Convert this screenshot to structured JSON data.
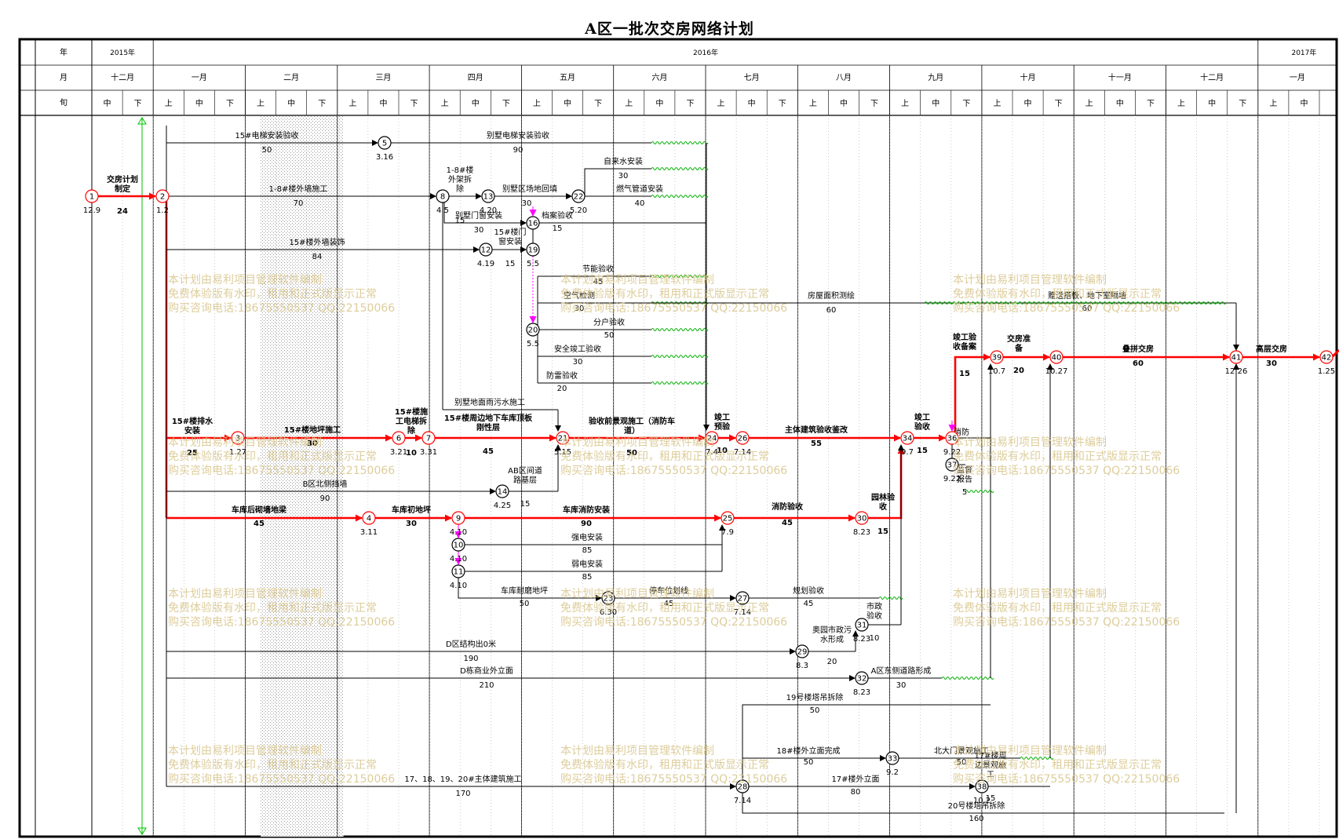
{
  "title": "A区一批次交房网络计划",
  "header": {
    "row_labels": [
      "年",
      "月",
      "旬"
    ],
    "years": [
      "2015年",
      "2016年",
      "2017年"
    ],
    "months": [
      "十二月",
      "一月",
      "二月",
      "三月",
      "四月",
      "五月",
      "六月",
      "七月",
      "八月",
      "九月",
      "十月",
      "十一月",
      "十二月",
      "一月"
    ],
    "xun": [
      "上",
      "中",
      "下"
    ]
  },
  "watermark": {
    "lines": [
      "本计划由易利项目管理软件编制",
      "免费体验版有水印，租用和正式版显示正常",
      "购买咨询电话:18675550537 QQ:22150066"
    ]
  },
  "nodes": [
    {
      "id": "1",
      "date": "12.9",
      "critical": true
    },
    {
      "id": "2",
      "date": "1.2",
      "critical": true
    },
    {
      "id": "3",
      "date": "1.27",
      "critical": true
    },
    {
      "id": "4",
      "date": "3.11",
      "critical": true
    },
    {
      "id": "5",
      "date": "3.16",
      "critical": false
    },
    {
      "id": "6",
      "date": "3.21",
      "critical": true
    },
    {
      "id": "7",
      "date": "3.31",
      "critical": true
    },
    {
      "id": "8",
      "date": "4.5",
      "critical": false
    },
    {
      "id": "9",
      "date": "4.10",
      "critical": true
    },
    {
      "id": "10",
      "date": "4.10",
      "critical": false
    },
    {
      "id": "11",
      "date": "4.10",
      "critical": false
    },
    {
      "id": "12",
      "date": "4.19",
      "critical": false
    },
    {
      "id": "13",
      "date": "4.20",
      "critical": false
    },
    {
      "id": "14",
      "date": "4.25",
      "critical": false
    },
    {
      "id": "16",
      "date": "",
      "critical": false
    },
    {
      "id": "19",
      "date": "5.5",
      "critical": false
    },
    {
      "id": "20",
      "date": "5.5",
      "critical": false
    },
    {
      "id": "21",
      "date": "5.15",
      "critical": true
    },
    {
      "id": "22",
      "date": "5.20",
      "critical": false
    },
    {
      "id": "23",
      "date": "6.30",
      "critical": false
    },
    {
      "id": "24",
      "date": "7.4",
      "critical": true
    },
    {
      "id": "25",
      "date": "7.9",
      "critical": true
    },
    {
      "id": "26",
      "date": "7.14",
      "critical": true
    },
    {
      "id": "27",
      "date": "7.14",
      "critical": false
    },
    {
      "id": "28",
      "date": "7.14",
      "critical": false
    },
    {
      "id": "29",
      "date": "8.3",
      "critical": false
    },
    {
      "id": "30",
      "date": "8.23",
      "critical": true
    },
    {
      "id": "31",
      "date": "8.23",
      "critical": false
    },
    {
      "id": "32",
      "date": "8.23",
      "critical": false
    },
    {
      "id": "33",
      "date": "9.2",
      "critical": false
    },
    {
      "id": "34",
      "date": "9.7",
      "critical": true
    },
    {
      "id": "36",
      "date": "9.22",
      "critical": true
    },
    {
      "id": "37",
      "date": "9.22",
      "critical": false
    },
    {
      "id": "38",
      "date": "10.2",
      "critical": false
    },
    {
      "id": "39",
      "date": "10.7",
      "critical": true
    },
    {
      "id": "40",
      "date": "10.27",
      "critical": true
    },
    {
      "id": "41",
      "date": "12.26",
      "critical": true
    },
    {
      "id": "42",
      "date": "1.25",
      "critical": true
    }
  ],
  "activities": [
    {
      "name": "交房计划制定",
      "duration": "24",
      "critical": true
    },
    {
      "name": "15#楼排水安装",
      "duration": "25",
      "critical": true
    },
    {
      "name": "15#楼地坪施工",
      "duration": "30",
      "critical": true
    },
    {
      "name": "15#楼施工电梯拆除",
      "duration": "10",
      "critical": true
    },
    {
      "name": "15#楼周边地下车库顶板刚性层",
      "duration": "45",
      "critical": true
    },
    {
      "name": "验收前景观施工（消防车道）",
      "duration": "50",
      "critical": true
    },
    {
      "name": "竣工预验",
      "duration": "10",
      "critical": true
    },
    {
      "name": "主体建筑验收鉴改",
      "duration": "55",
      "critical": true
    },
    {
      "name": "竣工验收",
      "duration": "15",
      "critical": true
    },
    {
      "name": "竣工验收备案",
      "duration": "15",
      "critical": true
    },
    {
      "name": "交房准备",
      "duration": "20",
      "critical": true
    },
    {
      "name": "叠拼交房",
      "duration": "60",
      "critical": true
    },
    {
      "name": "高层交房",
      "duration": "30",
      "critical": true
    },
    {
      "name": "车库后砌墙地梁",
      "duration": "45",
      "critical": true
    },
    {
      "name": "车库初地坪",
      "duration": "30",
      "critical": true
    },
    {
      "name": "车库消防安装",
      "duration": "90",
      "critical": true
    },
    {
      "name": "消防验收",
      "duration": "45",
      "critical": true
    },
    {
      "name": "园林验收",
      "duration": "15",
      "critical": true
    },
    {
      "name": "15#电梯安装验收",
      "duration": "50",
      "critical": false
    },
    {
      "name": "别墅电梯安装验收",
      "duration": "90",
      "critical": false
    },
    {
      "name": "1-8#楼外墙施工",
      "duration": "70",
      "critical": false
    },
    {
      "name": "1-8#楼外架拆除",
      "duration": "15",
      "critical": false
    },
    {
      "name": "别墅区场地回填",
      "duration": "30",
      "critical": false
    },
    {
      "name": "自来水安装",
      "duration": "30",
      "critical": false
    },
    {
      "name": "燃气管道安装",
      "duration": "40",
      "critical": false
    },
    {
      "name": "别墅门窗安装",
      "duration": "30",
      "critical": false
    },
    {
      "name": "档案验收",
      "duration": "15",
      "critical": false
    },
    {
      "name": "15#楼门窗安装",
      "duration": "15",
      "critical": false
    },
    {
      "name": "15#楼外墙装饰",
      "duration": "84",
      "critical": false
    },
    {
      "name": "节能验收",
      "duration": "45",
      "critical": false
    },
    {
      "name": "空气检测",
      "duration": "30",
      "critical": false
    },
    {
      "name": "分户验收",
      "duration": "50",
      "critical": false
    },
    {
      "name": "安全竣工验收",
      "duration": "30",
      "critical": false
    },
    {
      "name": "防雷验收",
      "duration": "20",
      "critical": false
    },
    {
      "name": "房屋面积测绘",
      "duration": "60",
      "critical": false
    },
    {
      "name": "赠送搭板、地下室隔墙",
      "duration": "60",
      "critical": false
    },
    {
      "name": "别墅地面雨污水施工",
      "duration": "",
      "critical": false
    },
    {
      "name": "AB区间道路基层",
      "duration": "15",
      "critical": false
    },
    {
      "name": "B区北侧挡墙",
      "duration": "90",
      "critical": false
    },
    {
      "name": "强电安装",
      "duration": "85",
      "critical": false
    },
    {
      "name": "弱电安装",
      "duration": "85",
      "critical": false
    },
    {
      "name": "车库耐磨地坪",
      "duration": "50",
      "critical": false
    },
    {
      "name": "停车位划线",
      "duration": "45",
      "critical": false
    },
    {
      "name": "规划验收",
      "duration": "45",
      "critical": false
    },
    {
      "name": "市政验收",
      "duration": "10",
      "critical": false
    },
    {
      "name": "奥园市政污水形成",
      "duration": "20",
      "critical": false
    },
    {
      "name": "D区结构出0米",
      "duration": "190",
      "critical": false
    },
    {
      "name": "D栋商业外立面",
      "duration": "210",
      "critical": false
    },
    {
      "name": "A区东侧道路形成",
      "duration": "30",
      "critical": false
    },
    {
      "name": "19号楼塔吊拆除",
      "duration": "50",
      "critical": false
    },
    {
      "name": "18#楼外立面完成",
      "duration": "50",
      "critical": false
    },
    {
      "name": "北大门景观施工",
      "duration": "50",
      "critical": false
    },
    {
      "name": "17#楼外立面",
      "duration": "80",
      "critical": false
    },
    {
      "name": "17#楼周边景观施工",
      "duration": "15",
      "critical": false
    },
    {
      "name": "20号楼塔吊拆除",
      "duration": "160",
      "critical": false
    },
    {
      "name": "17、18、19、20#主体建筑施工",
      "duration": "170",
      "critical": false
    },
    {
      "name": "消防",
      "duration": "",
      "critical": false
    },
    {
      "name": "监督报告",
      "duration": "5",
      "critical": false
    }
  ],
  "colors": {
    "critical": "#ff0000",
    "normal": "#000000",
    "float": "#00b000",
    "marker": "#ff00ff",
    "watermark": "#d8c58a"
  }
}
